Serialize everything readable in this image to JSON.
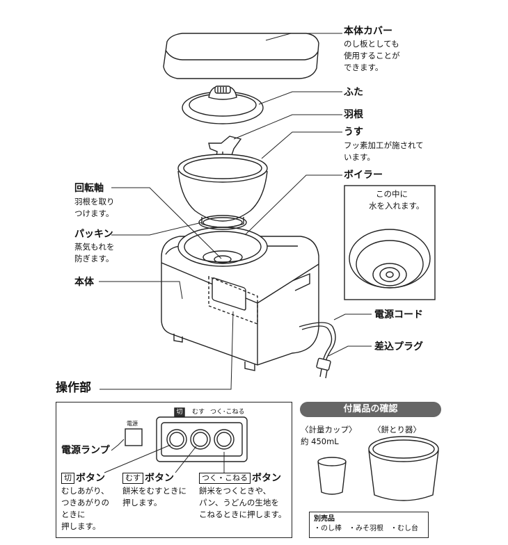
{
  "parts": {
    "cover": {
      "label": "本体カバー",
      "desc": [
        "のし板としても",
        "使用することが",
        "できます。"
      ]
    },
    "lid": {
      "label": "ふた"
    },
    "blade": {
      "label": "羽根"
    },
    "mortar": {
      "label": "うす",
      "desc": [
        "フッ素加工が施されて",
        "います。"
      ]
    },
    "boiler": {
      "label": "ボイラー",
      "inset_note": [
        "この中に",
        "水を入れます。"
      ]
    },
    "shaft": {
      "label": "回転軸",
      "desc": [
        "羽根を取り",
        "つけます。"
      ]
    },
    "packing": {
      "label": "パッキン",
      "desc": [
        "蒸気もれを",
        "防ぎます。"
      ]
    },
    "body": {
      "label": "本体"
    },
    "cord": {
      "label": "電源コード"
    },
    "plug": {
      "label": "差込プラグ"
    },
    "control": {
      "label": "操作部"
    }
  },
  "panel": {
    "top_labels": {
      "off": "切",
      "steam": "むす",
      "knead": "つく･こねる"
    },
    "power_small": "電源",
    "power_lamp": "電源ランプ",
    "off_button": {
      "tag": "切",
      "label": "ボタン",
      "desc": [
        "むしあがり、",
        "つきあがりの",
        "ときに",
        "押します。"
      ]
    },
    "steam_button": {
      "tag": "むす",
      "label": "ボタン",
      "desc": [
        "餅米をむすときに",
        "押します。"
      ]
    },
    "knead_button": {
      "tag": "つく・こねる",
      "label": "ボタン",
      "desc": [
        "餅米をつくときや、",
        "パン、うどんの生地を",
        "こねるときに押します。"
      ]
    }
  },
  "accessories": {
    "title": "付属品の確認",
    "cup": {
      "name": "〈計量カップ〉",
      "amount": "約 450mL"
    },
    "container": {
      "name": "〈餅とり器〉"
    },
    "sold_separately": {
      "title": "別売品",
      "items": "・のし棒　・みそ羽根　・むし台"
    }
  }
}
